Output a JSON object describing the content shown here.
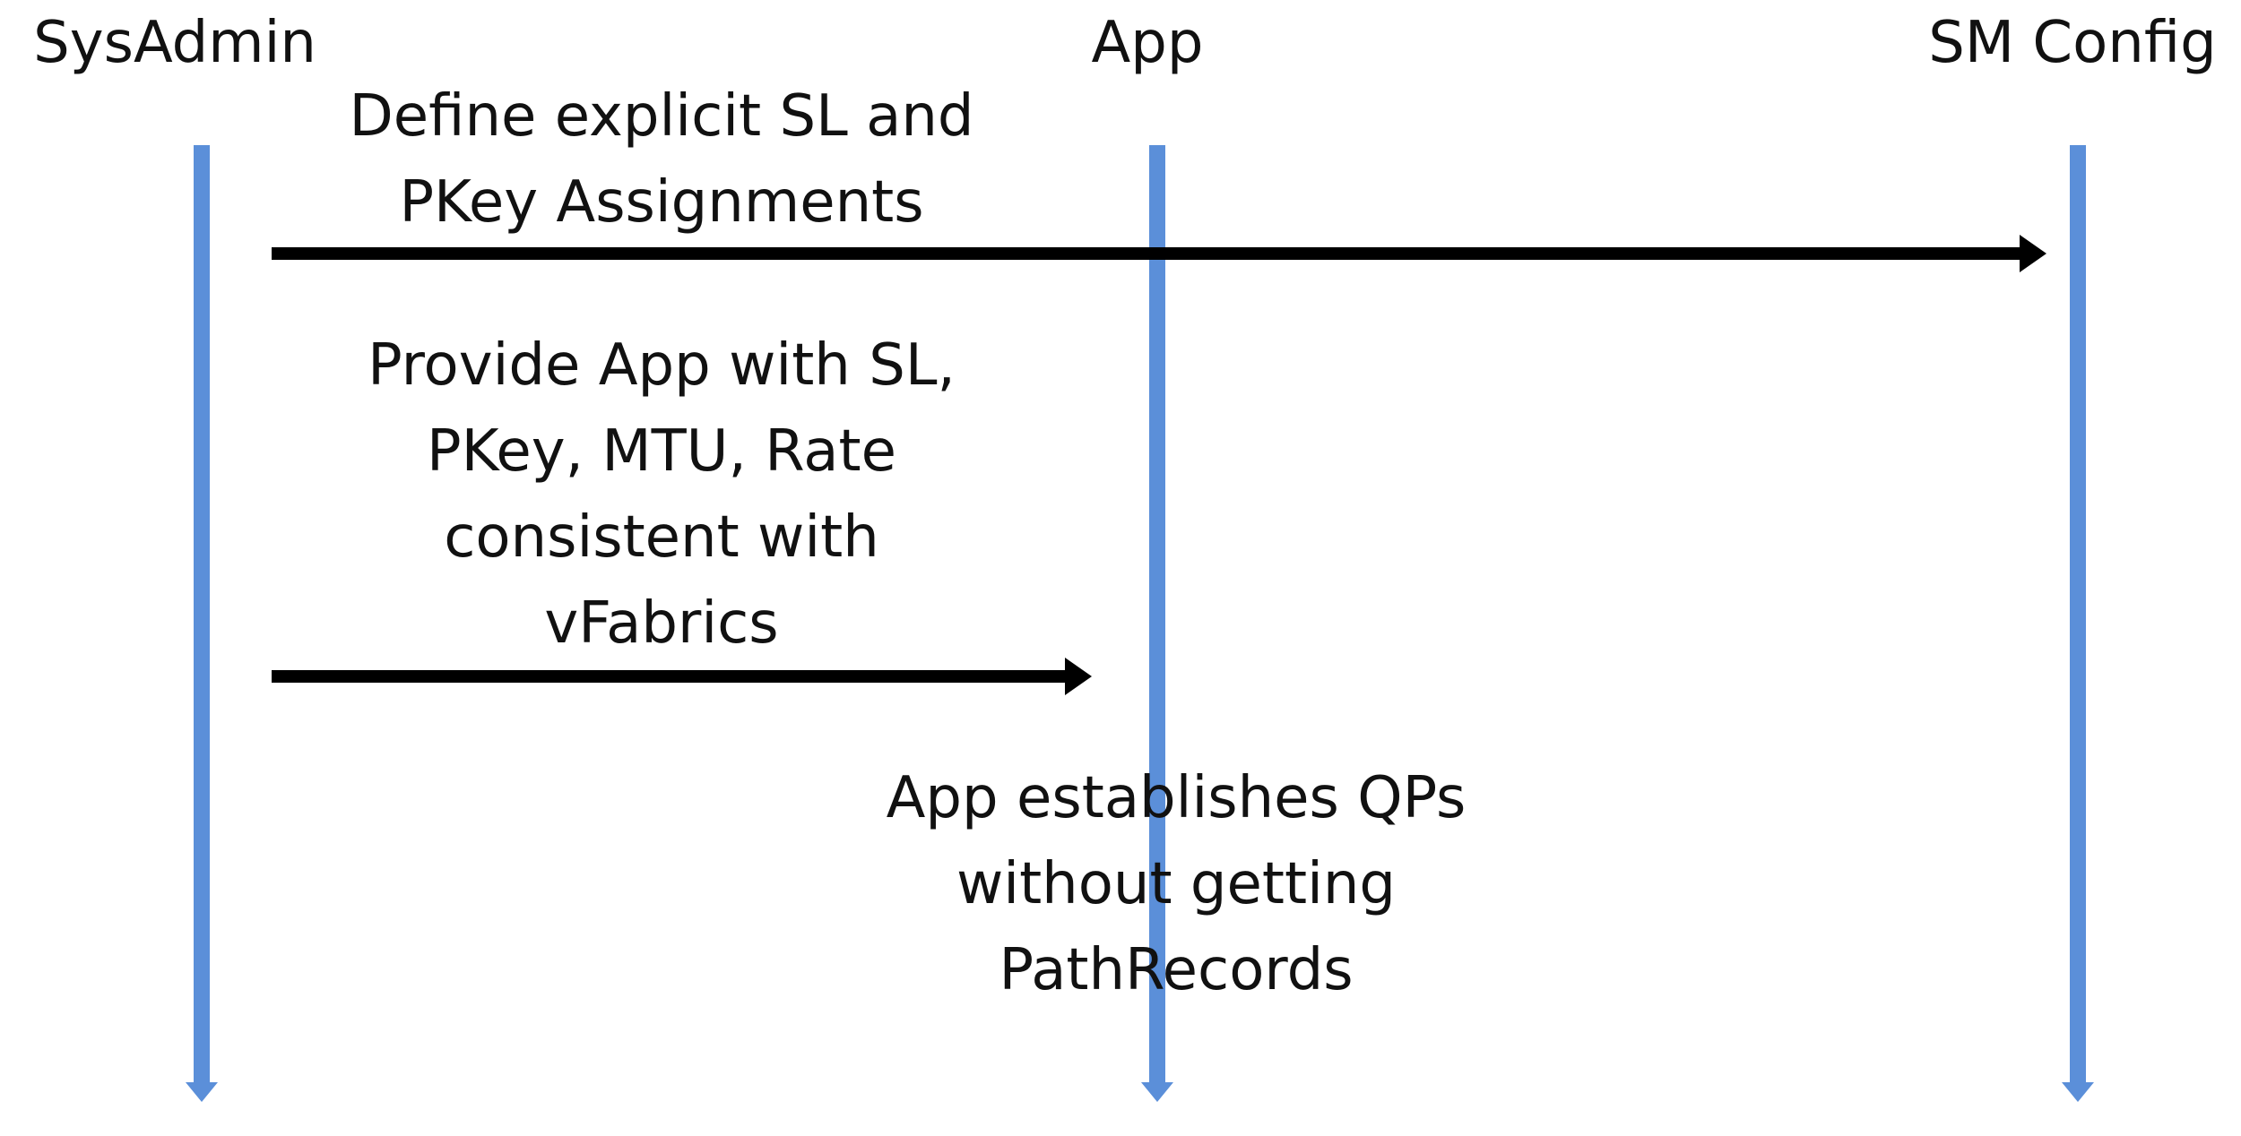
{
  "actors": [
    {
      "id": "sysadmin",
      "label": "SysAdmin"
    },
    {
      "id": "app",
      "label": "App"
    },
    {
      "id": "smconfig",
      "label": "SM Config"
    }
  ],
  "messages": [
    {
      "from": "sysadmin",
      "to": "smconfig",
      "lines": [
        "Define explicit SL and",
        "PKey Assignments"
      ]
    },
    {
      "from": "sysadmin",
      "to": "app",
      "lines": [
        "Provide App with SL,",
        "PKey, MTU, Rate",
        "consistent with",
        "vFabrics"
      ]
    }
  ],
  "note": {
    "lines": [
      "App establishes QPs",
      "without getting",
      "PathRecords"
    ]
  },
  "colors": {
    "lifeline": "#5b8fd9",
    "arrow": "#000000"
  }
}
